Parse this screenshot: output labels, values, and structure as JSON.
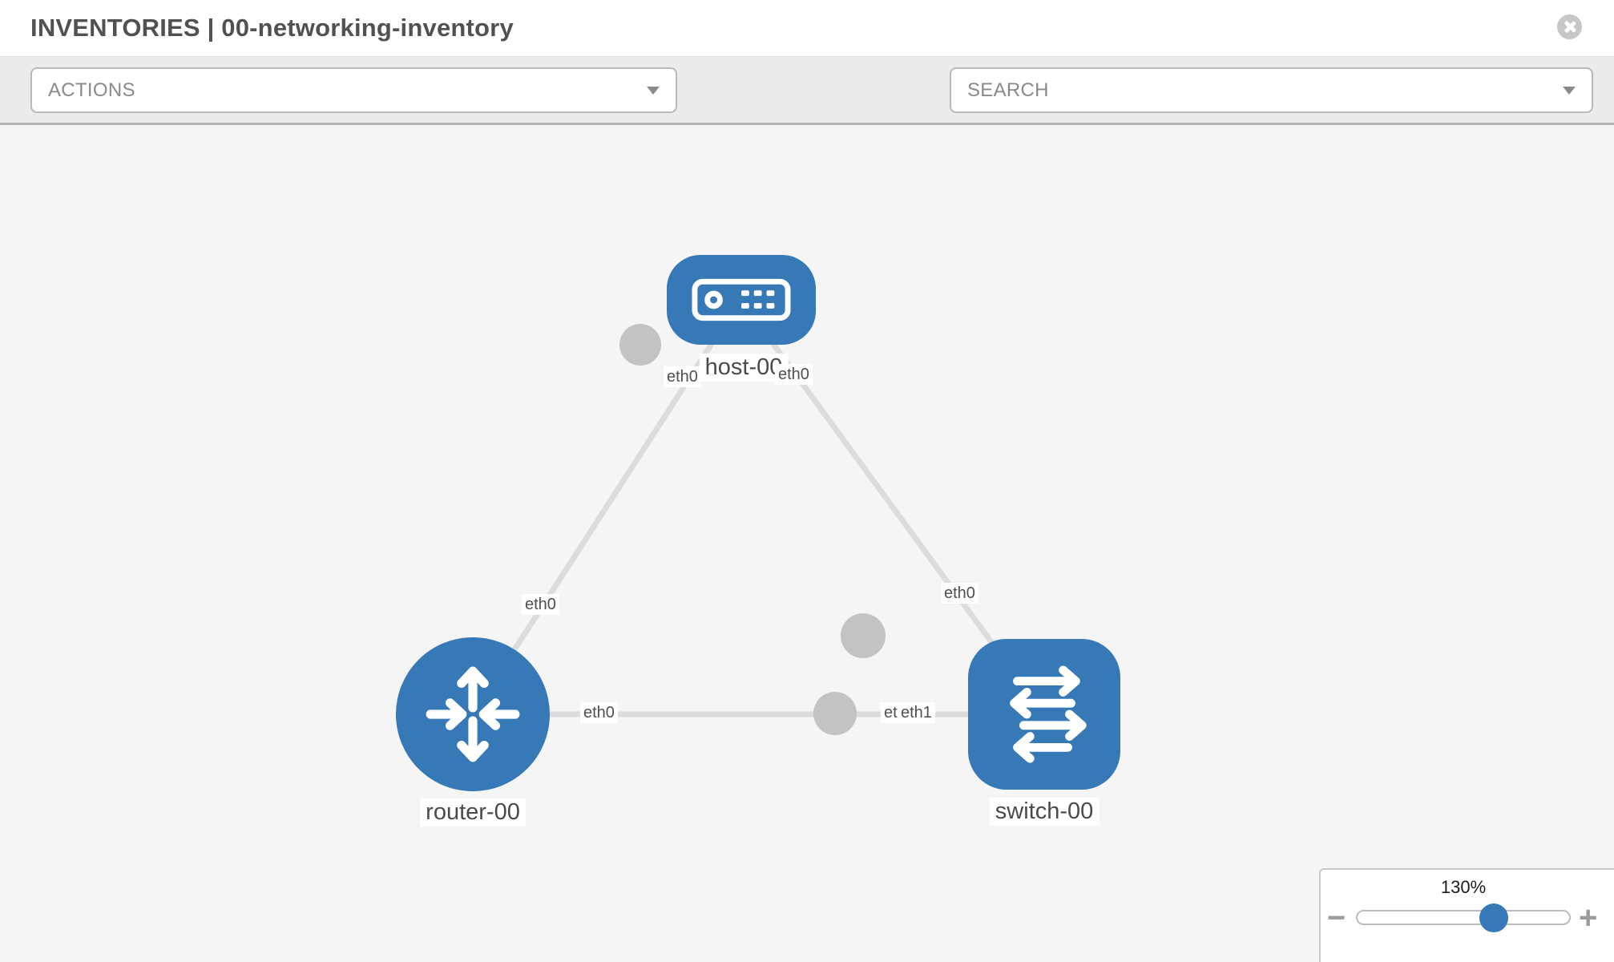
{
  "window": {
    "title": "INVENTORIES | 00-networking-inventory"
  },
  "toolbar": {
    "actions_label": "ACTIONS",
    "search_label": "SEARCH",
    "wrench_icon": "wrench",
    "key_icon": "key",
    "caret_icon": "chevron-down"
  },
  "canvas": {
    "nodes": [
      {
        "label": "host-00",
        "type": "host"
      },
      {
        "label": "router-00",
        "type": "router"
      },
      {
        "label": "switch-00",
        "type": "switch"
      }
    ],
    "links": [
      {
        "from": "host-00",
        "from_interface": "eth0",
        "to": "router-00",
        "to_interface": "eth0"
      },
      {
        "from": "host-00",
        "from_interface": "eth0",
        "to": "switch-00",
        "to_interface": "eth0"
      },
      {
        "from": "router-00",
        "from_interface": "eth0",
        "to": "switch-00",
        "to_interface": "eth1"
      }
    ],
    "interface_chips": [
      {
        "text": "eth0"
      },
      {
        "text": "eth0"
      },
      {
        "text": "eth0"
      },
      {
        "text": "eth0"
      },
      {
        "text": "eth0"
      },
      {
        "text": "eth0"
      },
      {
        "text": "eth1"
      }
    ]
  },
  "zoom_panel": {
    "value": "130%",
    "minus_label": "−",
    "plus_label": "+"
  },
  "colors": {
    "node_blue": "#3779b7",
    "link_gray": "#dcdcdc",
    "endpoint_gray": "#c3c3c3",
    "canvas_bg": "#f5f5f5",
    "toolbar_bg": "#ebebeb"
  }
}
